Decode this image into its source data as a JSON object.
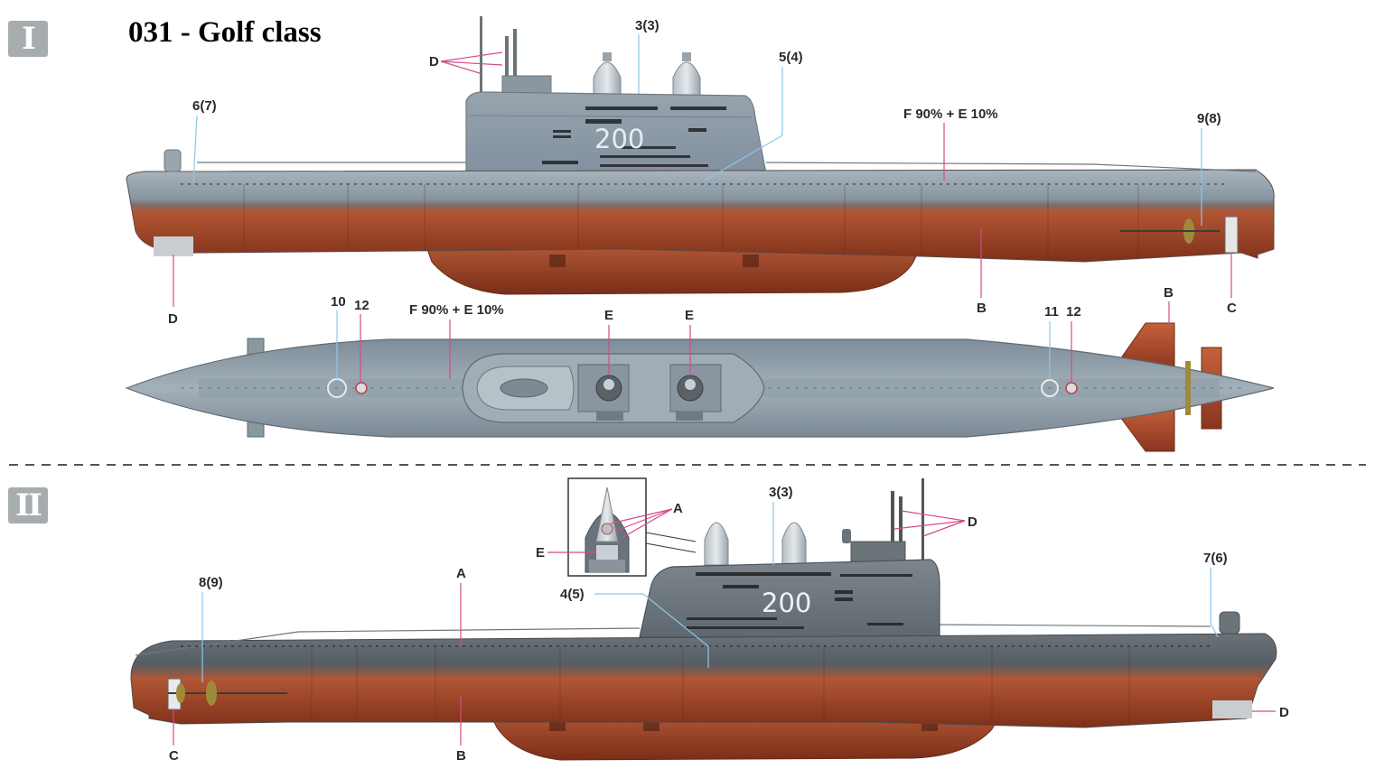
{
  "title": "031 - Golf class",
  "sections": {
    "one": "I",
    "two": "II"
  },
  "sail_number": "200",
  "colors": {
    "hull_grey": "#8e9ba6",
    "hull_red": "#a24a2c",
    "dark_grey": "#5d666c",
    "callout_blue": "#8cc8e8",
    "callout_pink": "#d44a8a"
  },
  "labels": {
    "side1": {
      "d_masts": "D",
      "c33": "3(3)",
      "c54": "5(4)",
      "c67": "6(7)",
      "fe": "F 90% + E 10%",
      "c98": "9(8)",
      "d_bow": "D",
      "b": "B",
      "c": "C"
    },
    "top": {
      "c10": "10",
      "c12a": "12",
      "fe": "F 90% + E 10%",
      "e1": "E",
      "e2": "E",
      "c11": "11",
      "c12b": "12",
      "b": "B"
    },
    "side2": {
      "a_inset": "A",
      "e_inset": "E",
      "c33": "3(3)",
      "d_masts": "D",
      "a": "A",
      "c45": "4(5)",
      "c89": "8(9)",
      "c76": "7(6)",
      "c": "C",
      "b": "B",
      "d_bow": "D"
    }
  }
}
